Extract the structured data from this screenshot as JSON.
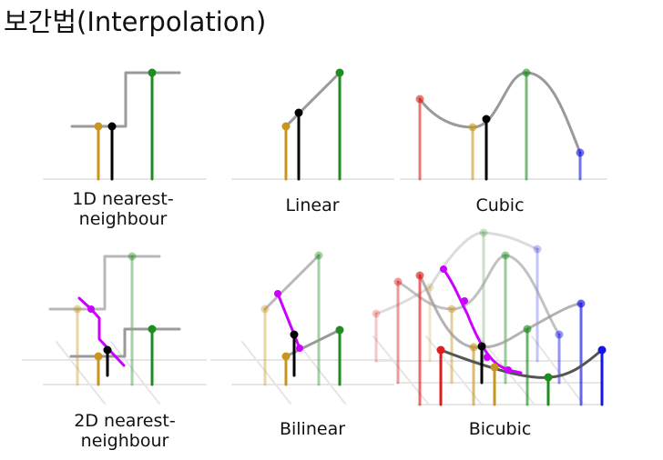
{
  "title": "보간법(Interpolation)",
  "panels": [
    {
      "id": "nearest-1d",
      "caption_lines": [
        "1D nearest-",
        "neighbour"
      ]
    },
    {
      "id": "linear",
      "caption_lines": [
        "Linear"
      ]
    },
    {
      "id": "cubic",
      "caption_lines": [
        "Cubic"
      ]
    },
    {
      "id": "nearest-2d",
      "caption_lines": [
        "2D nearest-",
        "neighbour"
      ]
    },
    {
      "id": "bilinear",
      "caption_lines": [
        "Bilinear"
      ]
    },
    {
      "id": "bicubic",
      "caption_lines": [
        "Bicubic"
      ]
    }
  ],
  "colors": {
    "gold": "#c8961e",
    "green": "#1e8c1e",
    "red": "#e01c1c",
    "blue": "#1414e6",
    "magenta": "#cc00ff",
    "curve": "#9a9a9a",
    "black": "#000000",
    "base": "#e6e6e6"
  }
}
